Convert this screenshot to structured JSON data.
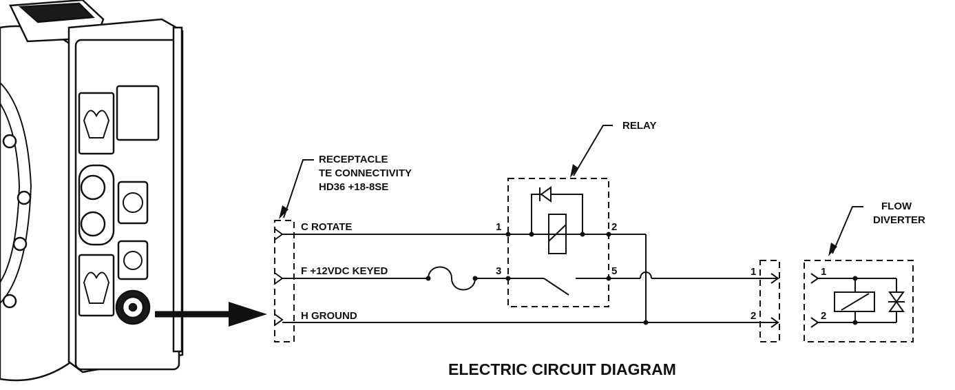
{
  "diagram": {
    "title": "ELECTRIC CIRCUIT DIAGRAM",
    "receptacle": {
      "lines": [
        "RECEPTACLE",
        "TE CONNECTIVITY",
        "HD36 +18-8SE"
      ]
    },
    "relay": {
      "label": "RELAY"
    },
    "flow_diverter": {
      "lines": [
        "FLOW",
        "DIVERTER"
      ]
    },
    "wires": {
      "c": "C ROTATE",
      "f": "F +12VDC KEYED",
      "h": "H GROUND"
    },
    "relay_pins": {
      "p1": "1",
      "p2": "2",
      "p3": "3",
      "p5": "5"
    },
    "output_pins": {
      "o1": "1",
      "o2": "2"
    },
    "diverter_pins": {
      "d1": "1",
      "d2": "2"
    }
  }
}
